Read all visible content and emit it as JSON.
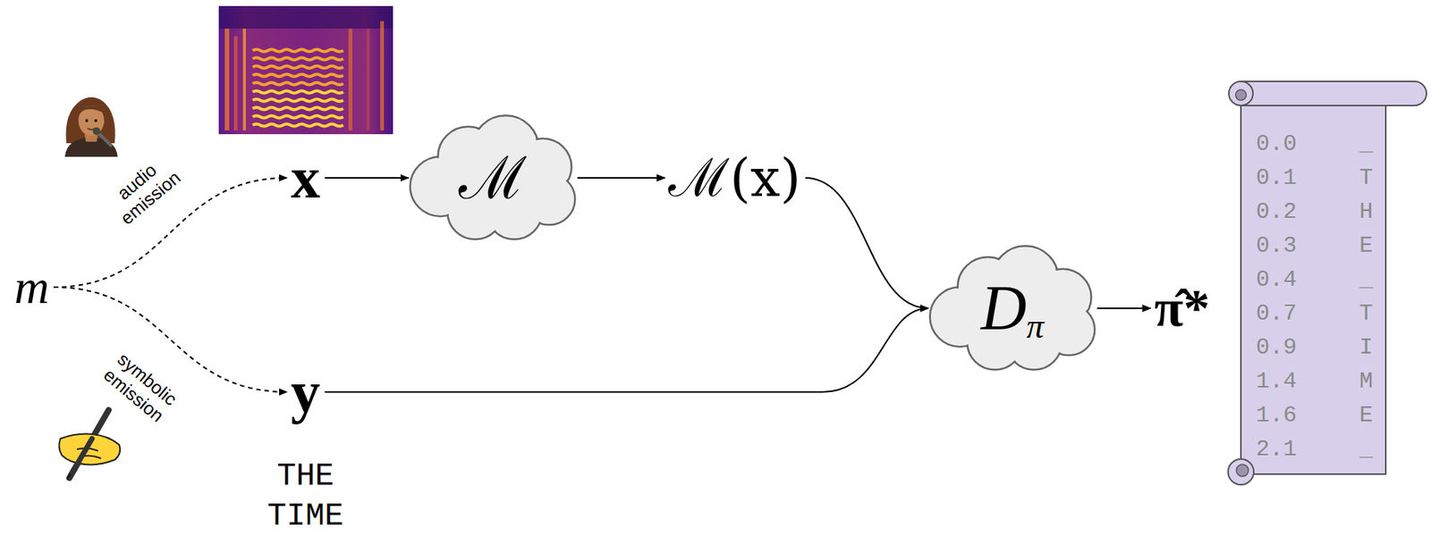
{
  "diagram": {
    "nodes": [
      {
        "text": [
          "m"
        ]
      },
      {
        "text": [
          "x"
        ]
      },
      {
        "text": [
          "ℳ"
        ]
      },
      {
        "text": [
          "ℳ(x)"
        ]
      },
      {
        "text": [
          "y"
        ]
      },
      {
        "text": [
          "D",
          "π"
        ]
      },
      {
        "text": [
          "π̂*"
        ]
      },
      {
        "text": [
          "0.0",
          "_",
          "0.1",
          "T",
          "0.2",
          "H",
          "0.3",
          "E",
          "0.4",
          "_",
          "0.7",
          "T",
          "0.9",
          "I",
          "1.4",
          "M",
          "1.6",
          "E",
          "2.1",
          "_"
        ]
      }
    ],
    "edges": [
      {
        "from": 0,
        "to": 1,
        "arrow": "to",
        "label": "audio emission"
      },
      {
        "from": 0,
        "to": 4,
        "arrow": "to",
        "label": "symbolic emission"
      },
      {
        "from": 1,
        "to": 2,
        "arrow": "to"
      },
      {
        "from": 2,
        "to": 3,
        "arrow": "to"
      },
      {
        "from": 3,
        "to": 5,
        "arrow": "to"
      },
      {
        "from": 4,
        "to": 5,
        "arrow": "to"
      },
      {
        "from": 5,
        "to": 6,
        "arrow": "to"
      }
    ],
    "labels": [
      "THE TIME"
    ]
  }
}
